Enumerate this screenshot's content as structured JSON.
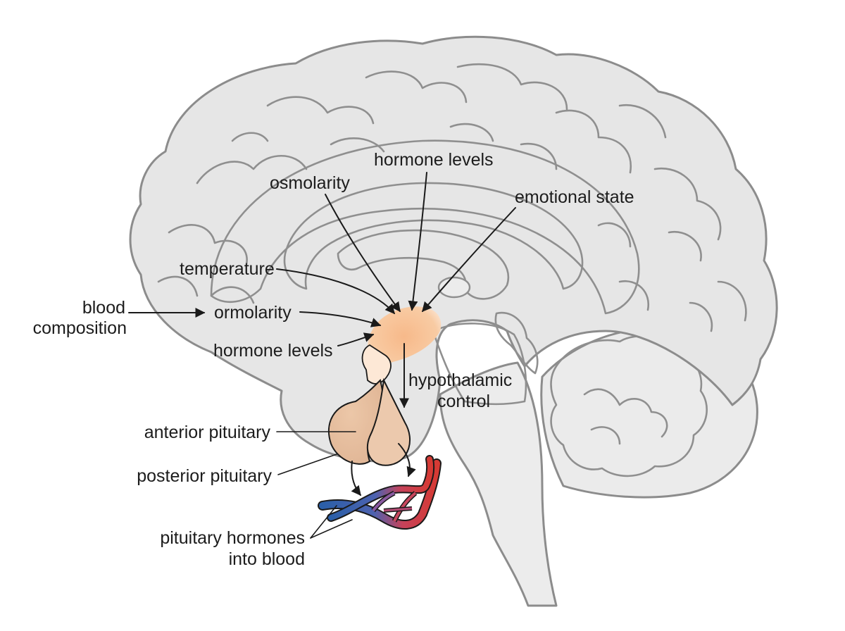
{
  "labels": {
    "hormone_levels_top": "hormone levels",
    "osmolarity": "osmolarity",
    "emotional_state": "emotional state",
    "temperature": "temperature",
    "blood_line1": "blood",
    "blood_line2": "composition",
    "ormolarity": "ormolarity",
    "hormone_levels_side": "hormone levels",
    "hypothalamic_line1": "hypothalamic",
    "hypothalamic_line2": "control",
    "anterior_pituitary": "anterior pituitary",
    "posterior_pituitary": "posterior pituitary",
    "hormones_line1": "pituitary hormones",
    "hormones_line2": "into blood"
  },
  "colors": {
    "brain_fill": "#e6e6e6",
    "brain_outline": "#8c8c8c",
    "inner_region": "#f4f4f4",
    "cerebellum": "#ebebeb",
    "hypothalamus": "#f8c69a",
    "pituitary": "#e8c2a3",
    "vein_blue": "#2b5fa8",
    "artery_red": "#d63a34",
    "arrow": "#1a1a1a"
  }
}
